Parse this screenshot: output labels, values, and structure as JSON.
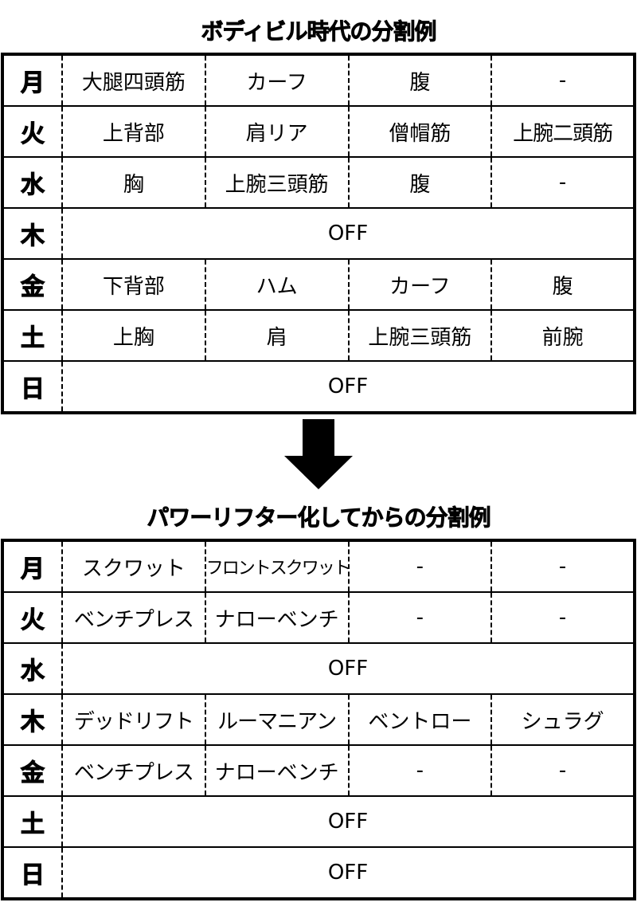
{
  "before": {
    "title": "ボディビル時代の分割例",
    "rows": [
      {
        "day": "月",
        "cells": [
          "大腿四頭筋",
          "カーフ",
          "腹",
          "-"
        ]
      },
      {
        "day": "火",
        "cells": [
          "上背部",
          "肩リア",
          "僧帽筋",
          "上腕二頭筋"
        ]
      },
      {
        "day": "水",
        "cells": [
          "胸",
          "上腕三頭筋",
          "腹",
          "-"
        ]
      },
      {
        "day": "木",
        "off": "OFF"
      },
      {
        "day": "金",
        "cells": [
          "下背部",
          "ハム",
          "カーフ",
          "腹"
        ]
      },
      {
        "day": "土",
        "cells": [
          "上胸",
          "肩",
          "上腕三頭筋",
          "前腕"
        ]
      },
      {
        "day": "日",
        "off": "OFF"
      }
    ]
  },
  "arrow": {
    "icon": "arrow-down-icon"
  },
  "after": {
    "title": "パワーリフター化してからの分割例",
    "rows": [
      {
        "day": "月",
        "cells": [
          "スクワット",
          "フロントスクワット",
          "-",
          "-"
        ]
      },
      {
        "day": "火",
        "cells": [
          "ベンチプレス",
          "ナローベンチ",
          "-",
          "-"
        ]
      },
      {
        "day": "水",
        "off": "OFF"
      },
      {
        "day": "木",
        "cells": [
          "デッドリフト",
          "ルーマニアン",
          "ベントロー",
          "シュラグ"
        ]
      },
      {
        "day": "金",
        "cells": [
          "ベンチプレス",
          "ナローベンチ",
          "-",
          "-"
        ]
      },
      {
        "day": "土",
        "off": "OFF"
      },
      {
        "day": "日",
        "off": "OFF"
      }
    ]
  }
}
